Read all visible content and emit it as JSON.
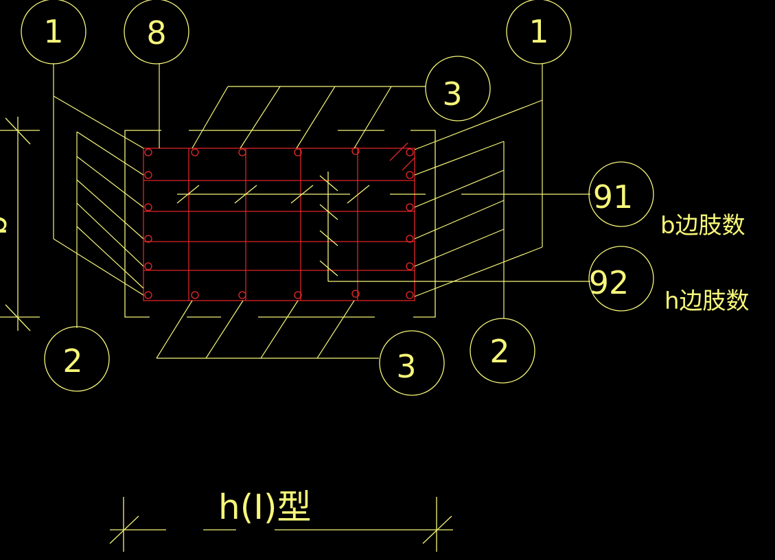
{
  "callouts": {
    "c1_left": "1",
    "c8": "8",
    "c1_right": "1",
    "c3_top": "3",
    "c91": "91",
    "c92": "92",
    "c2_left": "2",
    "c3_bottom": "3",
    "c2_right": "2"
  },
  "labels": {
    "b_side": "b边肢数",
    "h_side": "h边肢数"
  },
  "title": "h(I)型",
  "dimension_text": "b",
  "colors": {
    "annotation": "#f7f77a",
    "rebar": "#e0242a"
  }
}
